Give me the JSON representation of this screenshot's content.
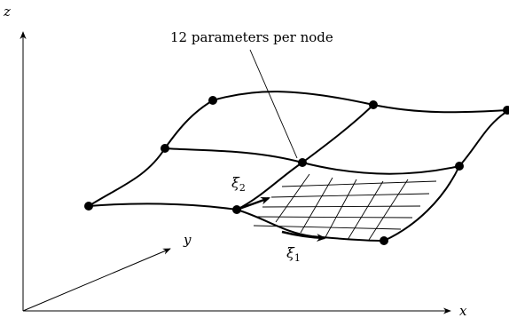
{
  "annotation": "12 parameters per node",
  "axes": {
    "x": "x",
    "y": "y",
    "z": "z"
  },
  "xi1": {
    "symbol": "ξ",
    "subscript": "1"
  },
  "xi2": {
    "symbol": "ξ",
    "subscript": "2"
  }
}
